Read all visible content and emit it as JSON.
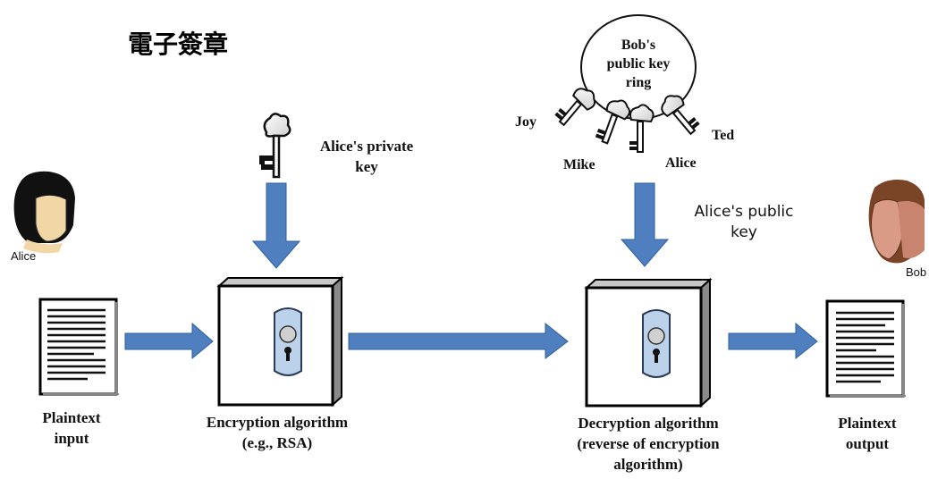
{
  "title": "電子簽章",
  "labels": {
    "alice_person": "Alice",
    "bob_person": "Bob",
    "private_key_line1": "Alice's private",
    "private_key_line2": "key",
    "public_key_line1": "Alice's public",
    "public_key_line2": "key",
    "keyring_line1": "Bob's",
    "keyring_line2": "public key",
    "keyring_line3": "ring",
    "ring_key_joy": "Joy",
    "ring_key_mike": "Mike",
    "ring_key_alice": "Alice",
    "ring_key_ted": "Ted",
    "plaintext_input_line1": "Plaintext",
    "plaintext_input_line2": "input",
    "encryption_line1": "Encryption algorithm",
    "encryption_line2": "(e.g., RSA)",
    "decryption_line1": "Decryption algorithm",
    "decryption_line2": "(reverse of encryption",
    "decryption_line3": "algorithm)",
    "plaintext_output_line1": "Plaintext",
    "plaintext_output_line2": "output"
  },
  "colors": {
    "arrow": "#4f7fbf",
    "arrow_edge": "#2f5f9f",
    "lock_plate": "#bcd2ea",
    "box_edge": "#000000",
    "box_shade": "#8a8a8a"
  }
}
